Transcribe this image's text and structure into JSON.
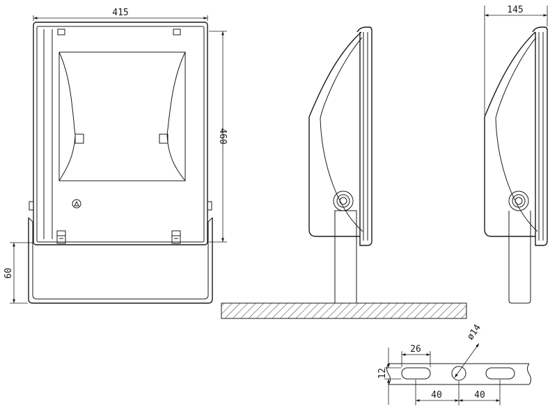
{
  "dimensions": {
    "front_width": "415",
    "front_height": "460",
    "bracket_depth": "60",
    "side_depth": "145",
    "slot_length": "26",
    "slot_height": "12",
    "hole_diameter": "ø14",
    "pitch_left": "40",
    "pitch_right": "40"
  },
  "colors": {
    "line": "#1a1a1a",
    "background": "#ffffff"
  }
}
